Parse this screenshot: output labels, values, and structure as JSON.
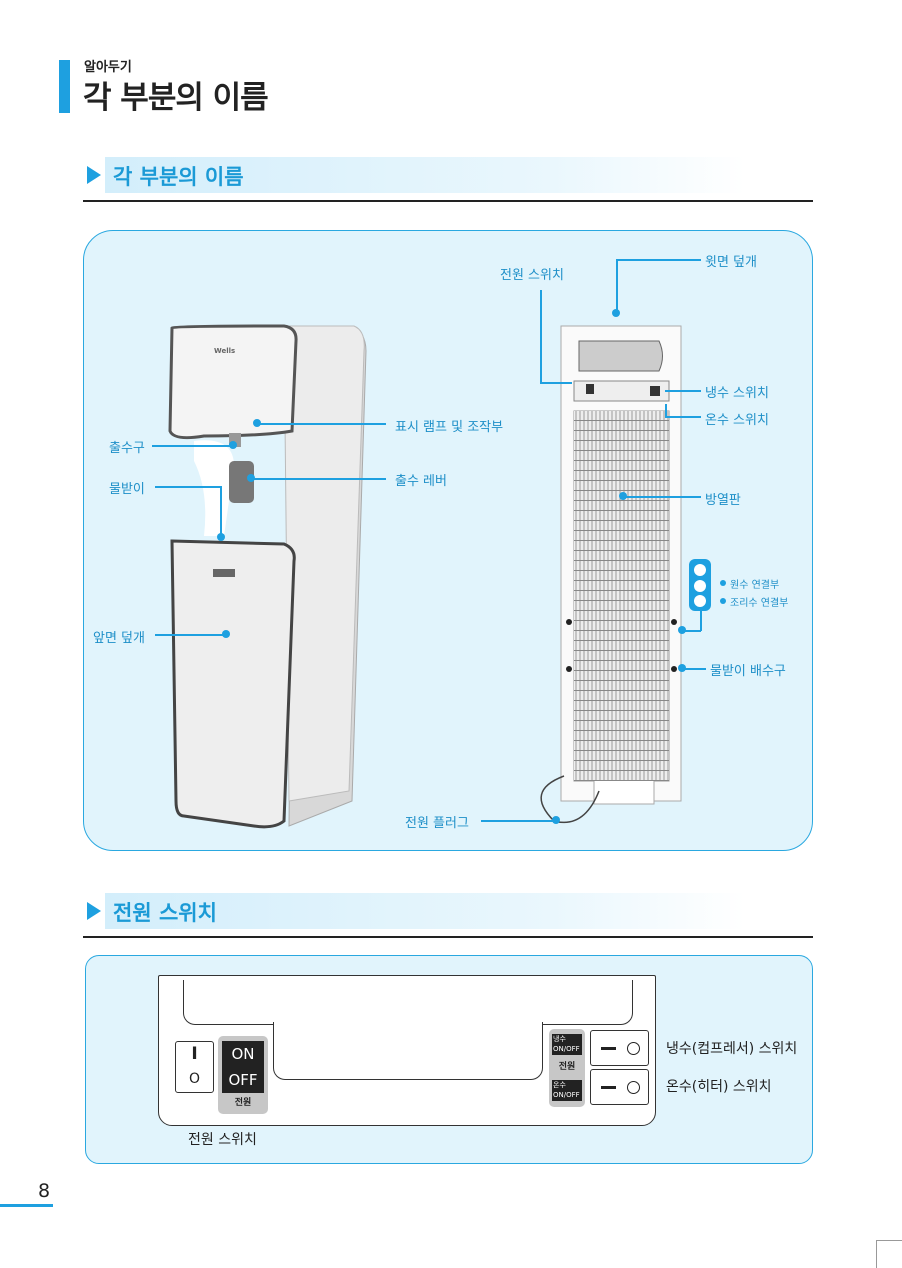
{
  "header": {
    "category": "알아두기",
    "title": "각 부분의 이름"
  },
  "section1": {
    "title": "각 부분의 이름",
    "front_labels": {
      "outlet": "출수구",
      "drip_tray": "물받이",
      "front_cover": "앞면 덮개",
      "display": "표시 램프 및 조작부",
      "lever": "출수 레버"
    },
    "product_logo": "Wells",
    "back_labels": {
      "power_switch": "전원 스위치",
      "top_cover": "윗면 덮개",
      "cold_switch": "냉수 스위치",
      "hot_switch": "온수 스위치",
      "radiator": "방열판",
      "raw_water": "원수 연결부",
      "cooking_water": "조리수 연결부",
      "tray_drain": "물받이 배수구",
      "plug": "전원 플러그"
    }
  },
  "section2": {
    "title": "전원 스위치",
    "main_switch": {
      "on": "ON",
      "off": "OFF",
      "label": "전원",
      "on_symbol": "I",
      "off_symbol": "O"
    },
    "sub_switch": {
      "cold": "냉수",
      "cold_onoff": "ON/OFF",
      "hot": "온수",
      "hot_onoff": "ON/OFF",
      "label": "전원"
    },
    "labels": {
      "cold": "냉수(컴프레서) 스위치",
      "hot": "온수(히터) 스위치",
      "power": "전원 스위치"
    }
  },
  "page_number": "8"
}
